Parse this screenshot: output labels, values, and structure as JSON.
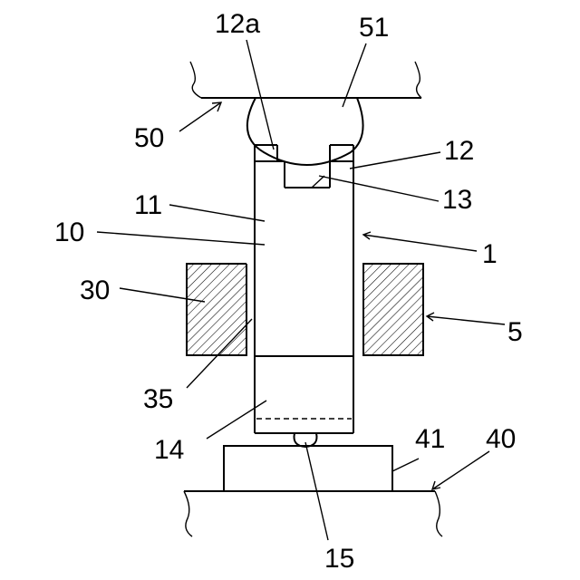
{
  "labels": {
    "l12a": "12a",
    "l51": "51",
    "l50": "50",
    "l12": "12",
    "l11": "11",
    "l13": "13",
    "l10": "10",
    "l1": "1",
    "l30": "30",
    "l5": "5",
    "l35": "35",
    "l14": "14",
    "l41": "41",
    "l40": "40",
    "l15": "15"
  }
}
